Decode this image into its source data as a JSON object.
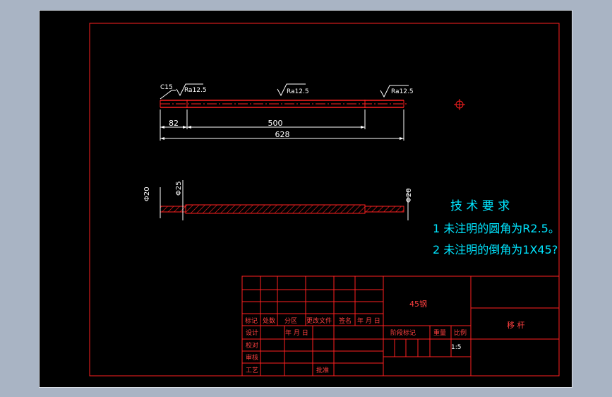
{
  "colors": {
    "background": "#a9b4c4",
    "canvas": "#000000",
    "frame": "#ff2020",
    "dimension": "#ffffff",
    "notes": "#00e5ff",
    "hatch": "#ff2020"
  },
  "icons": {
    "cursor": "crosshair-icon"
  },
  "part_view": {
    "roughness": [
      "Ra12.5",
      "Ra12.5",
      "Ra12.5"
    ],
    "chamfer": "C15",
    "dimensions": [
      "82",
      "500",
      "628"
    ]
  },
  "section_view": {
    "diameters": [
      "Φ20",
      "Φ25",
      "Φ20"
    ]
  },
  "notes": {
    "title": "技 术 要 求",
    "line1": "1 未注明的圆角为R2.5。",
    "line2": "2 未注明的倒角为1X45?"
  },
  "title_block": {
    "material": "45钢",
    "part_name": "移 杆",
    "row_labels": [
      "标记",
      "处数",
      "分区",
      "更改文件",
      "签名",
      "年 月 日"
    ],
    "design": "设计",
    "design_date": "年 月 日",
    "check": "校对",
    "review": "审核",
    "process": "工艺",
    "approve": "批准",
    "stage_mark": "阶段标记",
    "weight": "重量",
    "scale_label": "比例",
    "scale": "1:5"
  }
}
